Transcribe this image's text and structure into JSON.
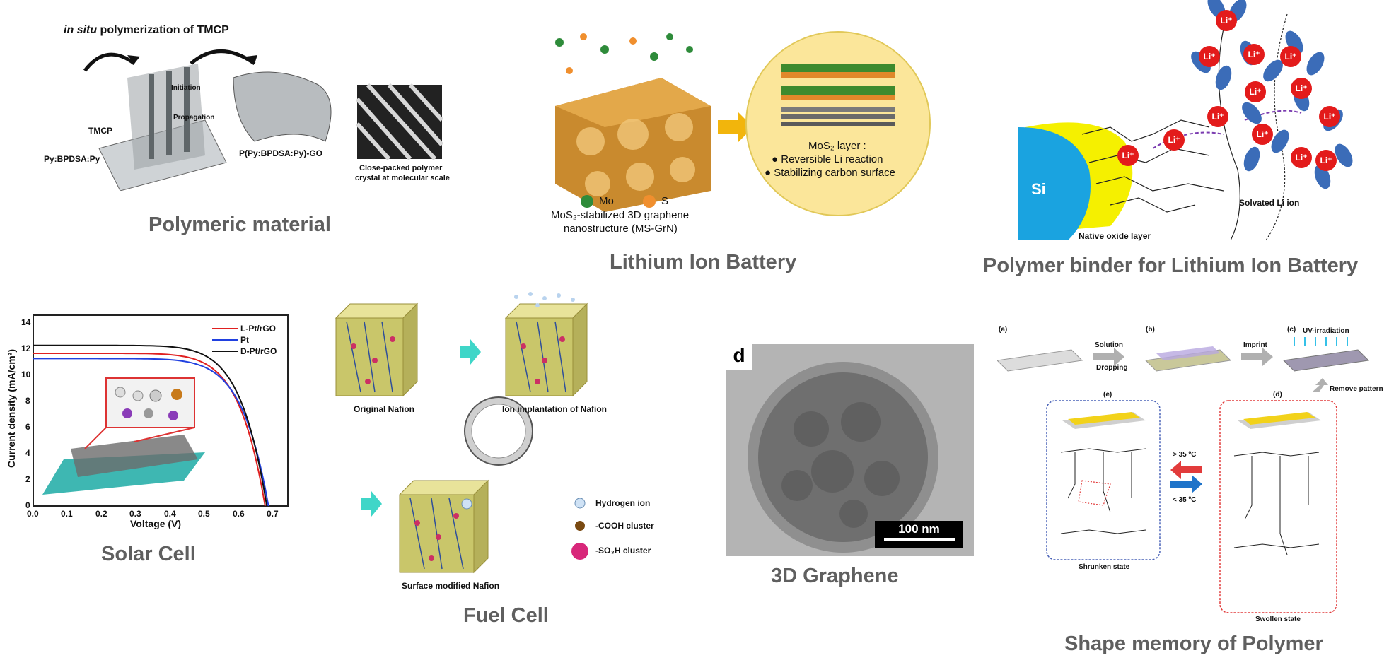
{
  "captions": {
    "polymeric": "Polymeric material",
    "lithium": "Lithium Ion Battery",
    "binder": "Polymer binder for Lithium Ion Battery",
    "solar": "Solar Cell",
    "fuel": "Fuel Cell",
    "graphene": "3D Graphene",
    "shape": "Shape memory of Polymer"
  },
  "polymeric_panel": {
    "title_em": "in situ",
    "title_rest": " polymerization of TMCP",
    "monomer": "Py:BPDSA:Py",
    "tmcp": "TMCP",
    "initiation": "Initiation",
    "propagation": "Propagation",
    "product": "P(Py:BPDSA:Py)-GO",
    "crystal_line1": "Close-packed  polymer",
    "crystal_line2": "crystal at molecular  scale"
  },
  "lib_panel": {
    "legend_mo": "Mo",
    "legend_s": "S",
    "desc_line1": "MoS₂-stabilized 3D graphene",
    "desc_line2": "nanostructure (MS-GrN)",
    "circle_title": "MoS₂ layer :",
    "bullet1": "Reversible Li reaction",
    "bullet2": "Stabilizing carbon surface"
  },
  "binder_panel": {
    "si": "Si",
    "li": "Li⁺",
    "native": "Native oxide layer",
    "solvated": "Solvated Li ion"
  },
  "solar_panel": {
    "ylabel": "Current density (mA/cm²)",
    "xlabel": "Voltage (V)",
    "legend": [
      "L-Pt/rGO",
      "Pt",
      "D-Pt/rGO"
    ],
    "xticks": [
      "0.0",
      "0.1",
      "0.2",
      "0.3",
      "0.4",
      "0.5",
      "0.6",
      "0.7"
    ],
    "yticks": [
      "0",
      "2",
      "4",
      "6",
      "8",
      "10",
      "12",
      "14"
    ]
  },
  "fuel_panel": {
    "original": "Original Nafion",
    "implant": "Ion implantation of Nafion",
    "surface": "Surface modified Nafion",
    "leg_h": "Hydrogen ion",
    "leg_cooh": "-COOH cluster",
    "leg_so3h": "-SO₃H cluster"
  },
  "graphene_panel": {
    "letter": "d",
    "scale": "100 nm"
  },
  "shape_panel": {
    "a": "(a)",
    "b": "(b)",
    "c": "(c)",
    "d": "(d)",
    "e": "(e)",
    "solution": "Solution",
    "dropping": "Dropping",
    "imprint": "Imprint",
    "uv": "UV-irradiation",
    "remove": "Remove pattern",
    "gt35": "> 35 ºC",
    "lt35": "< 35 ºC",
    "shrunken": "Shrunken state",
    "swollen": "Swollen state"
  }
}
